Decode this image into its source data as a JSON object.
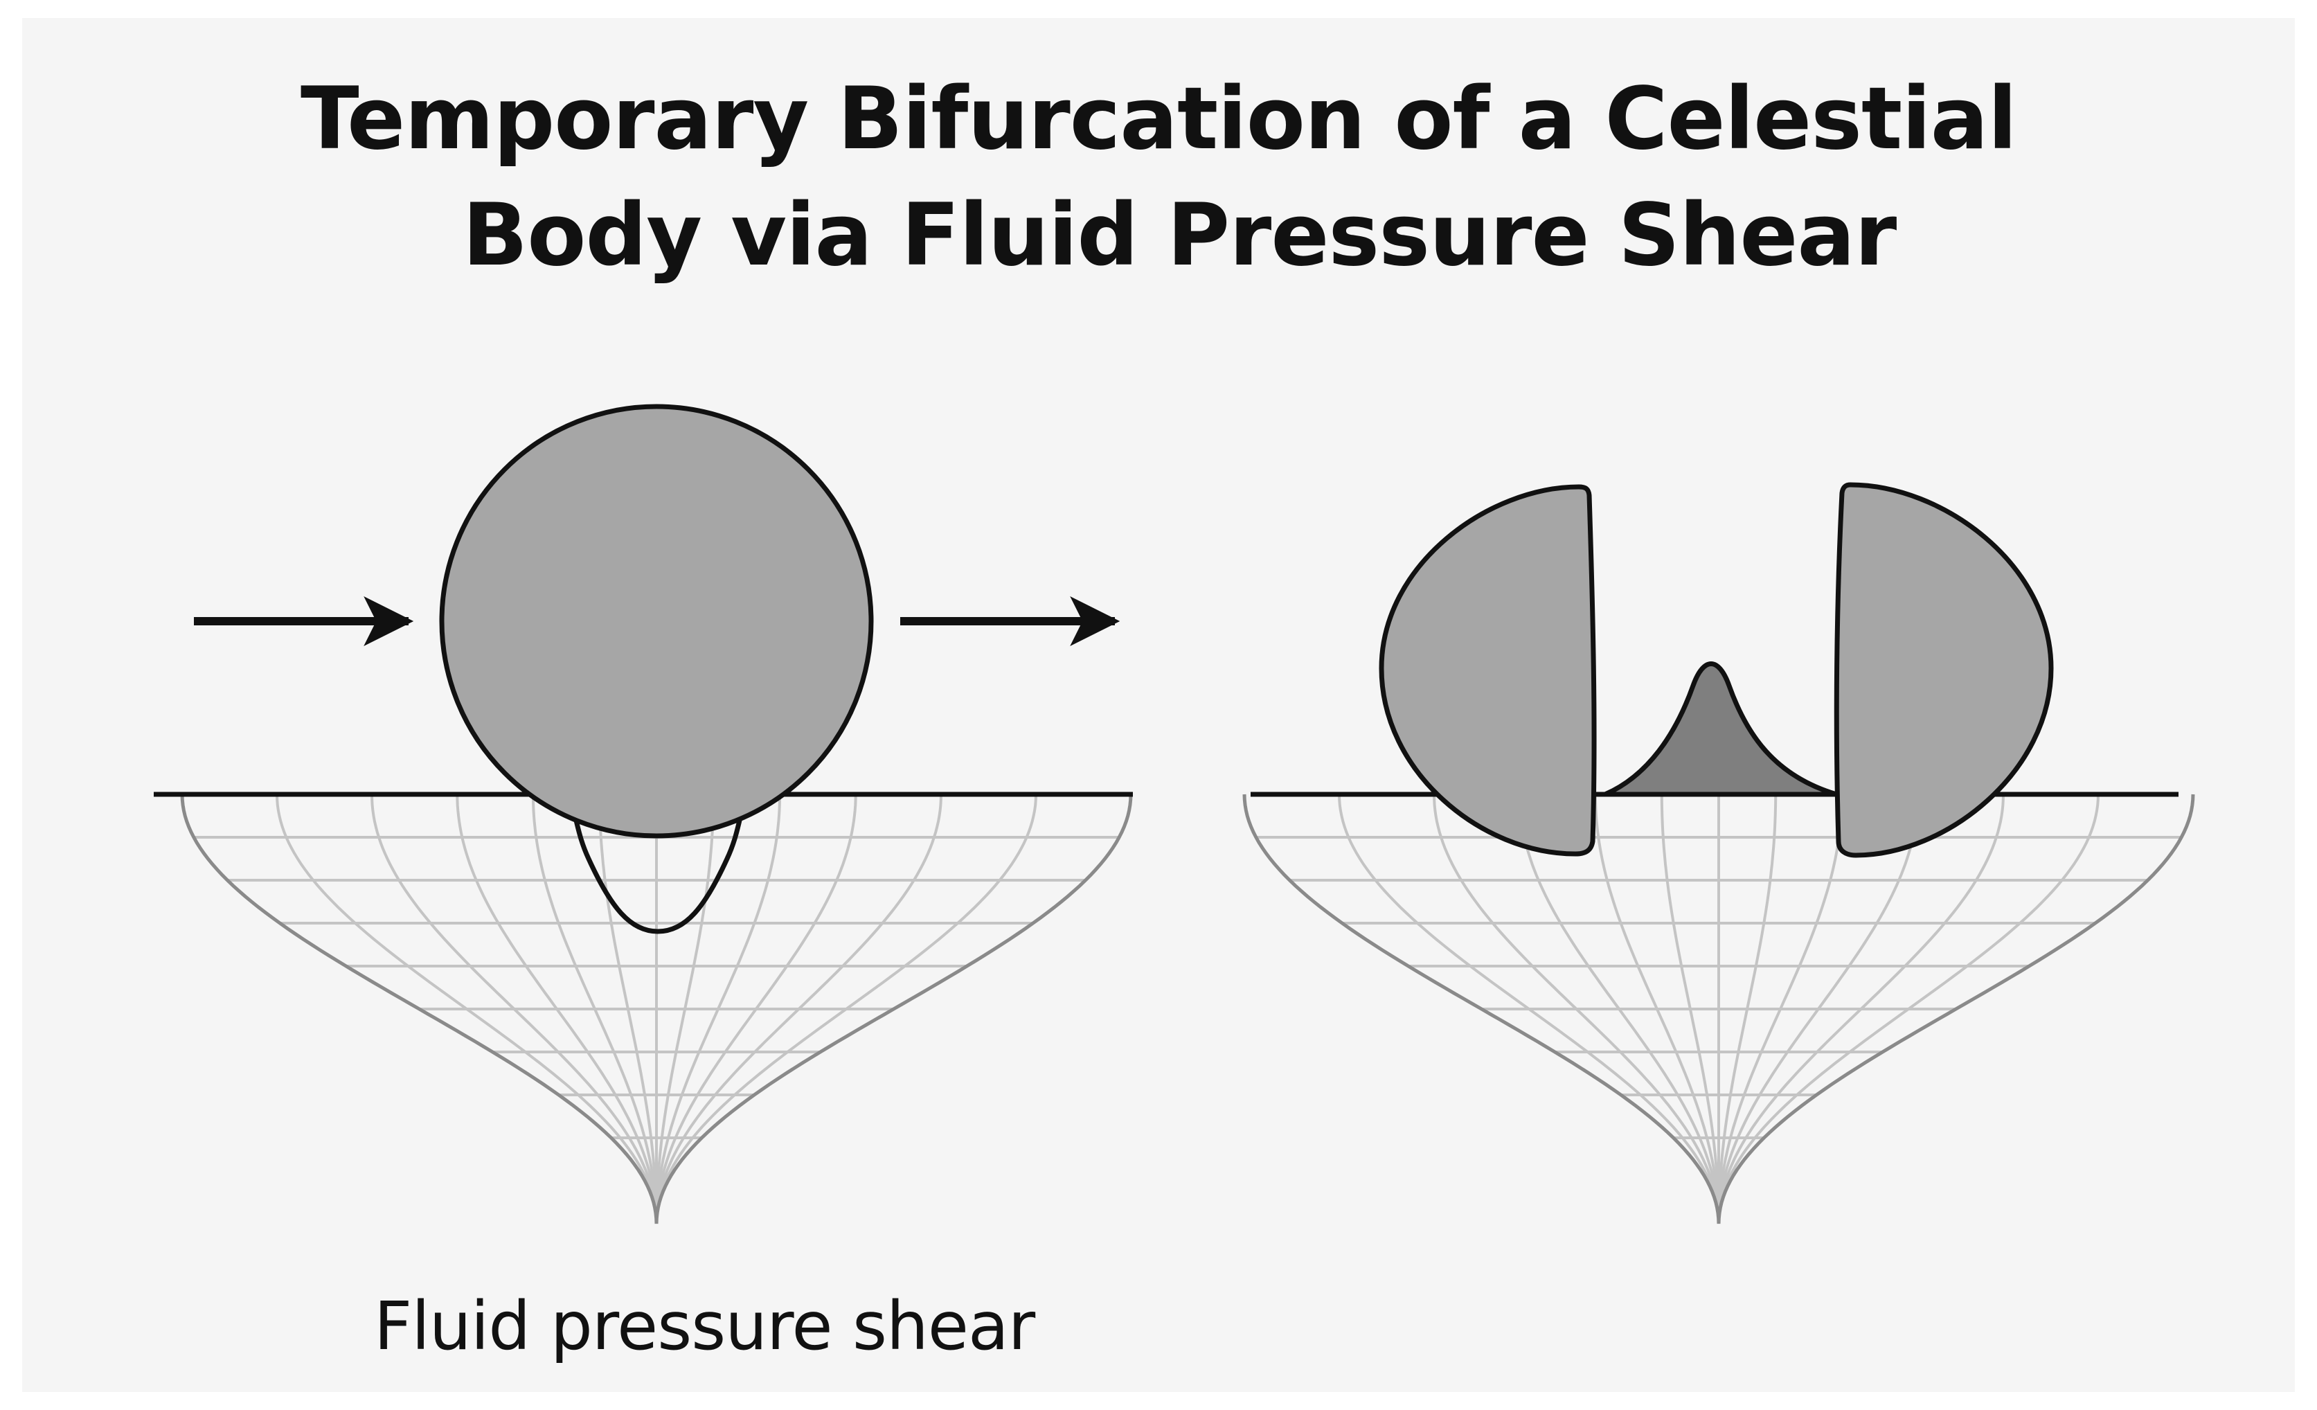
{
  "title": {
    "line1": "Temporary Bifurcation of a Celestial",
    "line2": "Body via Fluid Pressure Shear"
  },
  "caption": "Fluid pressure shear",
  "colors": {
    "background": "#f5f5f5",
    "body_fill": "#a6a6a6",
    "peak_fill": "#7f7f7f",
    "outline": "#111111",
    "grid": "#c4c4c4",
    "well_outline": "#8a8a8a"
  },
  "icons": [
    "arrow-right-icon",
    "arrow-right-icon"
  ]
}
